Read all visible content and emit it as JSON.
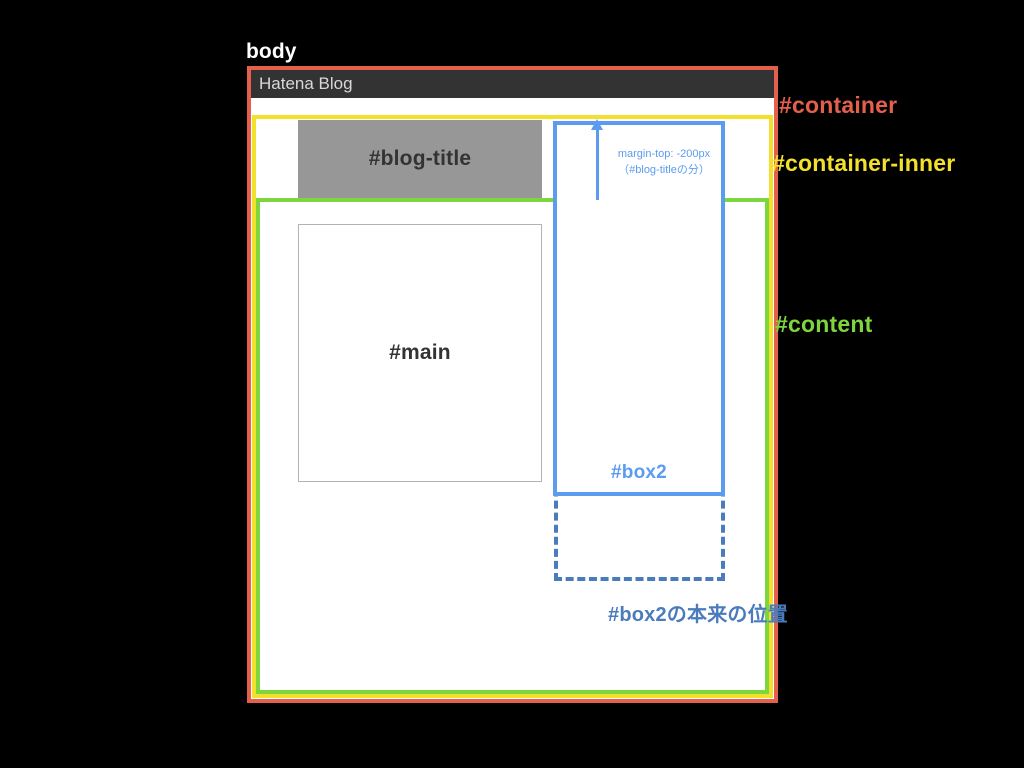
{
  "diagram": {
    "title": "CSS negative margin layout diagram",
    "body_label": "body",
    "global_header": {
      "text": "Hatena Blog"
    },
    "boxes": {
      "container": {
        "label": "#container",
        "color": "#e4604d"
      },
      "container_inner": {
        "label": "#container-inner",
        "color": "#f2e02c"
      },
      "content": {
        "label": "#content",
        "color": "#7ed63f"
      },
      "blog_title": {
        "label": "#blog-title",
        "color": "#979797"
      },
      "main": {
        "label": "#main",
        "color": "#ffffff"
      },
      "box2": {
        "label": "#box2",
        "color": "#5b9cf0"
      },
      "box2_ghost": {
        "caption": "#box2の本来の位置",
        "color": "#4a7bbd"
      }
    },
    "annotations": {
      "margin_top": {
        "line1": "margin-top: -200px",
        "line2": "（#blog-titleの分）",
        "color": "#5b9cf0"
      }
    }
  }
}
